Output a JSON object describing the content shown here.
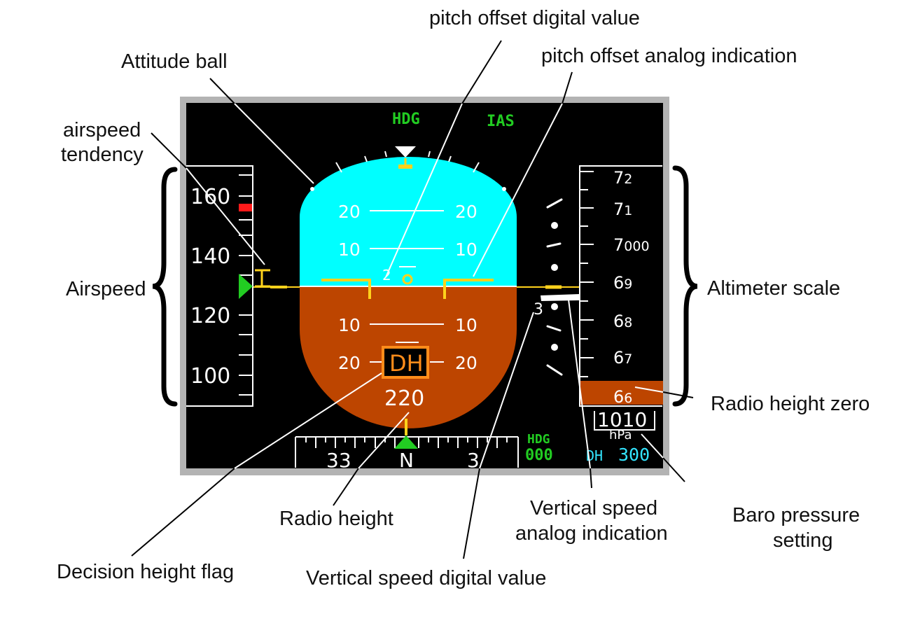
{
  "pfd": {
    "header": {
      "hdg_mode": "HDG",
      "ias_mode": "IAS"
    },
    "airspeed": {
      "labels": [
        "160",
        "140",
        "120",
        "100"
      ]
    },
    "altimeter": {
      "labels": [
        {
          "big": "7",
          "small": "2"
        },
        {
          "big": "7",
          "small": "1"
        },
        {
          "big": "7",
          "small": "000"
        },
        {
          "big": "6",
          "small": "9"
        },
        {
          "big": "6",
          "small": "8"
        },
        {
          "big": "6",
          "small": "7"
        },
        {
          "big": "6",
          "small": "6"
        }
      ],
      "baro_value": "1010",
      "baro_unit": "hPa",
      "dh_label": "DH",
      "dh_value": "300"
    },
    "attitude": {
      "pitch_up": [
        "20",
        "10"
      ],
      "pitch_down": [
        "10",
        "20"
      ],
      "pitch_offset_value": "2",
      "dh_flag": "DH",
      "radio_height": "220"
    },
    "vertical_speed": {
      "value": "3"
    },
    "heading": {
      "labels": [
        "33",
        "N",
        "3"
      ],
      "selected_label": "HDG",
      "selected_value": "000"
    },
    "colors": {
      "sky": "#00ffff",
      "ground": "#bd4500",
      "frame": "#b3b3b3",
      "mode_green": "#22cc22",
      "cue_yellow": "#ffd21c",
      "dh_orange": "#ff8c1a",
      "dh_cyan": "#33e5ff",
      "overspeed_red": "#ff1a1a"
    }
  },
  "callouts": {
    "pitch_offset_digital": "pitch offset digital value",
    "pitch_offset_analog": "pitch offset analog indication",
    "attitude_ball": "Attitude ball",
    "airspeed_tendency": [
      "airspeed",
      "tendency"
    ],
    "airspeed": "Airspeed",
    "altimeter_scale": "Altimeter scale",
    "radio_height_zero": "Radio height zero",
    "radio_height": "Radio height",
    "vs_analog": [
      "Vertical speed",
      "analog indication"
    ],
    "baro_pressure": [
      "Baro pressure",
      "setting"
    ],
    "decision_height_flag": "Decision height flag",
    "vs_digital": "Vertical speed digital value"
  }
}
